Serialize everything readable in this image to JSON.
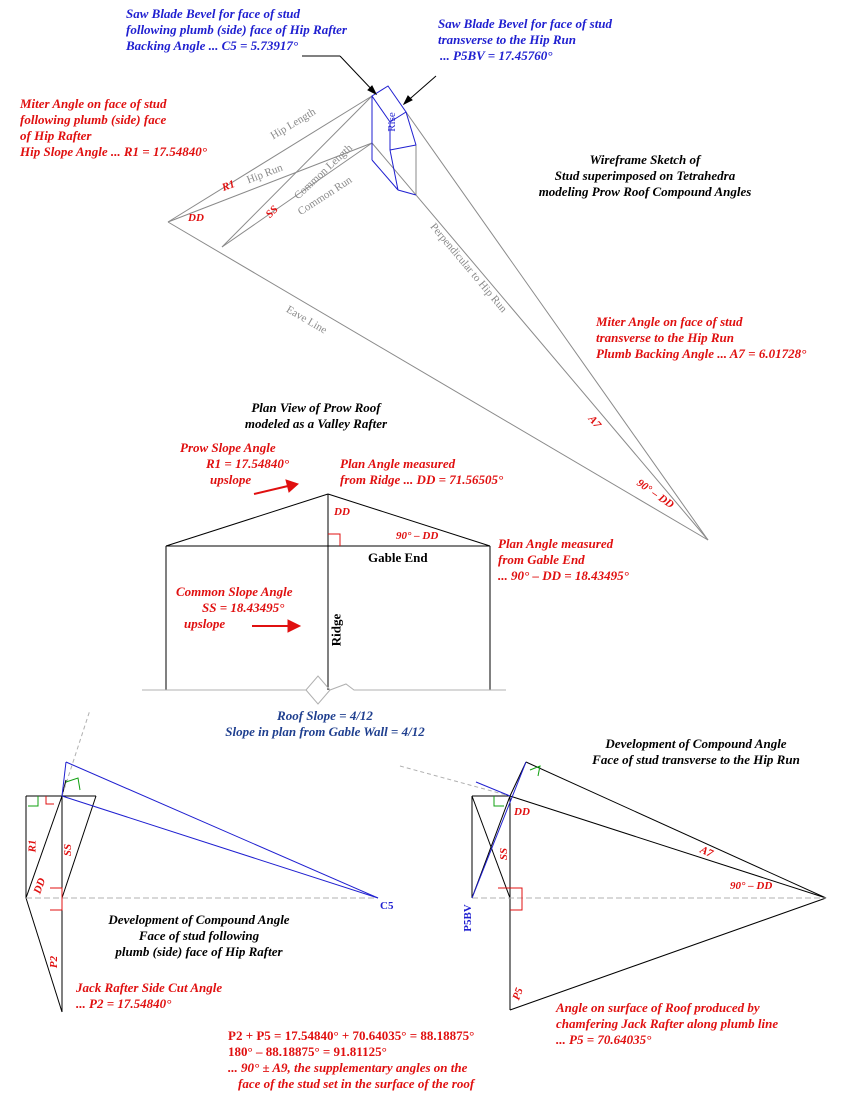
{
  "top": {
    "blue_left": [
      "Saw Blade Bevel for face of stud",
      "following plumb (side) face of Hip Rafter",
      "Backing Angle ... C5 = 5.73917°"
    ],
    "blue_right": [
      "Saw Blade Bevel for face of stud",
      "transverse to the Hip Run",
      "... P5BV = 17.45760°"
    ],
    "red_left": [
      "Miter Angle on face of stud",
      "following plumb (side) face",
      "of Hip Rafter",
      "Hip Slope Angle ... R1 = 17.54840°"
    ],
    "wireframe_title": [
      "Wireframe Sketch of",
      "Stud superimposed on Tetrahedra",
      "modeling Prow Roof Compound Angles"
    ],
    "red_right": [
      "Miter Angle on face of stud",
      "transverse to the Hip Run",
      "Plumb Backing Angle ... A7 = 6.01728°"
    ],
    "labels": {
      "hip_length": "Hip Length",
      "hip_run": "Hip Run",
      "common_length": "Common Length",
      "common_run": "Common Run",
      "rise": "Rise",
      "r1": "R1",
      "ss": "SS",
      "dd": "DD",
      "eave_line": "Eave Line",
      "perp": "Perpendicular to Hip Run",
      "a7": "A7",
      "ninety_dd": "90° – DD"
    }
  },
  "plan": {
    "title": [
      "Plan View of Prow Roof",
      "modeled as a Valley Rafter"
    ],
    "prow_slope": [
      "Prow Slope Angle",
      "R1 = 17.54840°",
      "upslope"
    ],
    "plan_angle_ridge": [
      "Plan Angle measured",
      "from Ridge ... DD = 71.56505°"
    ],
    "plan_angle_gable": [
      "Plan Angle measured",
      "from Gable End",
      "... 90° – DD = 18.43495°"
    ],
    "common_slope": [
      "Common Slope Angle",
      "SS = 18.43495°",
      "upslope"
    ],
    "dd": "DD",
    "ninety_dd": "90° – DD",
    "gable_end": "Gable End",
    "ridge": "Ridge",
    "roof_slope": [
      "Roof Slope = 4/12",
      "Slope in plan from Gable Wall = 4/12"
    ]
  },
  "dev_left": {
    "caption": [
      "Development of Compound Angle",
      "Face of stud following",
      "plumb (side) face of Hip Rafter"
    ],
    "jack": [
      "Jack Rafter Side Cut Angle",
      "... P2 = 17.54840°"
    ],
    "labels": {
      "r1": "R1",
      "ss": "SS",
      "dd": "DD",
      "p2": "P2",
      "c5": "C5"
    }
  },
  "dev_right": {
    "caption": [
      "Development of Compound Angle",
      "Face of stud transverse to the Hip Run"
    ],
    "roof_angle": [
      "Angle on surface of Roof produced by",
      "chamfering Jack Rafter along plumb line",
      "... P5 = 70.64035°"
    ],
    "labels": {
      "dd": "DD",
      "ss": "SS",
      "p5bv": "P5BV",
      "p5": "P5",
      "a7": "A7",
      "ninety_dd": "90° – DD"
    }
  },
  "bottom": [
    "P2 + P5 = 17.54840° + 70.64035° = 88.18875°",
    "180° – 88.18875° = 91.81125°",
    "... 90° ± A9, the supplementary angles on the",
    "face of the stud set in the surface of the roof"
  ],
  "colors": {
    "red": "#e01010",
    "blue": "#1f1fd0",
    "navy": "#1f3f8f",
    "gray": "#8a8a8a",
    "green": "#10a010"
  }
}
